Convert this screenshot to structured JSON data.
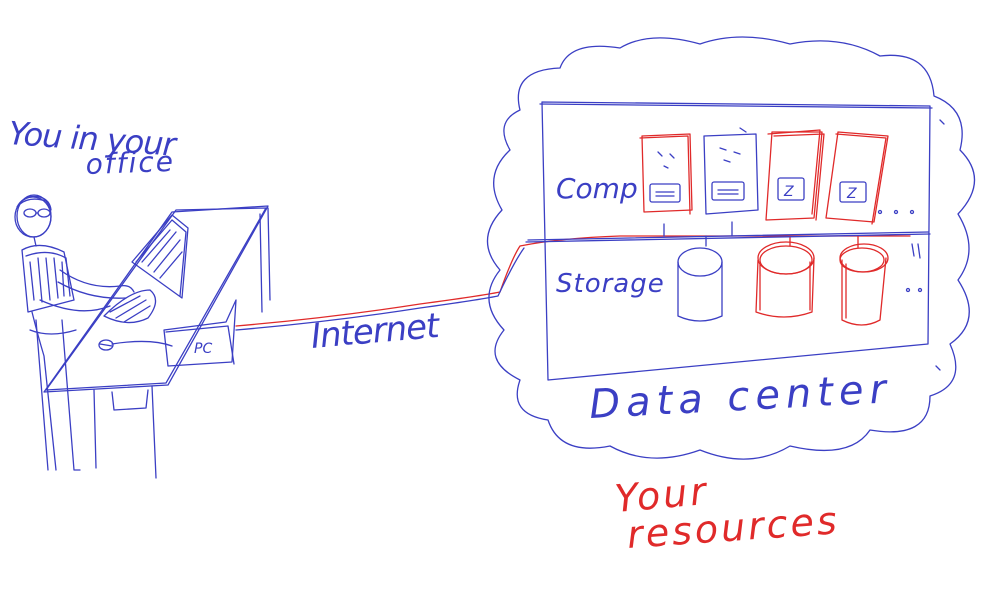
{
  "labels": {
    "you_line1": "You in your",
    "you_line2": "office",
    "pc": "PC",
    "internet": "Internet",
    "compute": "Comp",
    "storage": "Storage",
    "data_center": "Data center",
    "your": "Your",
    "resources": "resources"
  },
  "colors": {
    "ink_blue": "#3b3fc4",
    "ink_red": "#e02a2a",
    "background": "#ffffff"
  }
}
